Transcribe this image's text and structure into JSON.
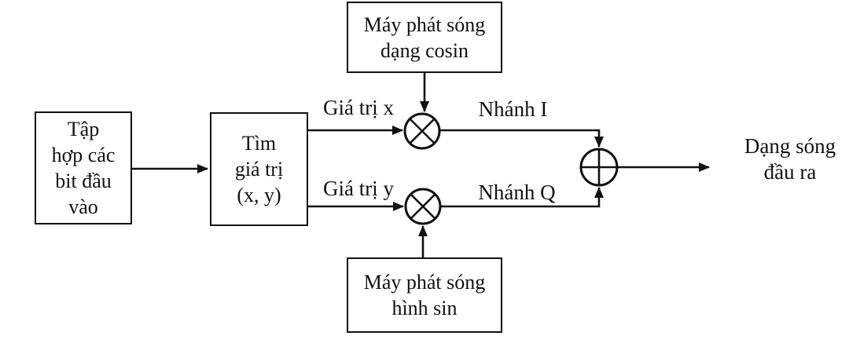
{
  "diagram": {
    "title_semantic": "quadrature-modulator-block-diagram",
    "background_color": "#ffffff",
    "line_color": "#111111",
    "boxes": {
      "input_bits": {
        "label": "Tập\nhợp các\nbit đầu\nvào"
      },
      "find_values": {
        "label": "Tìm\ngiá trị\n(x, y)"
      },
      "cosine_generator": {
        "label": "Máy phát sóng\ndạng cosin"
      },
      "sine_generator": {
        "label": "Máy phát sóng\nhình sin"
      }
    },
    "labels": {
      "value_x": "Giá trị x",
      "value_y": "Giá trị y",
      "branch_i": "Nhánh I",
      "branch_q": "Nhánh Q",
      "output": "Dạng sóng\nđầu ra"
    },
    "nodes": {
      "multiplier_upper": "multiply-icon",
      "multiplier_lower": "multiply-icon",
      "adder": "plus-adder-icon"
    }
  }
}
